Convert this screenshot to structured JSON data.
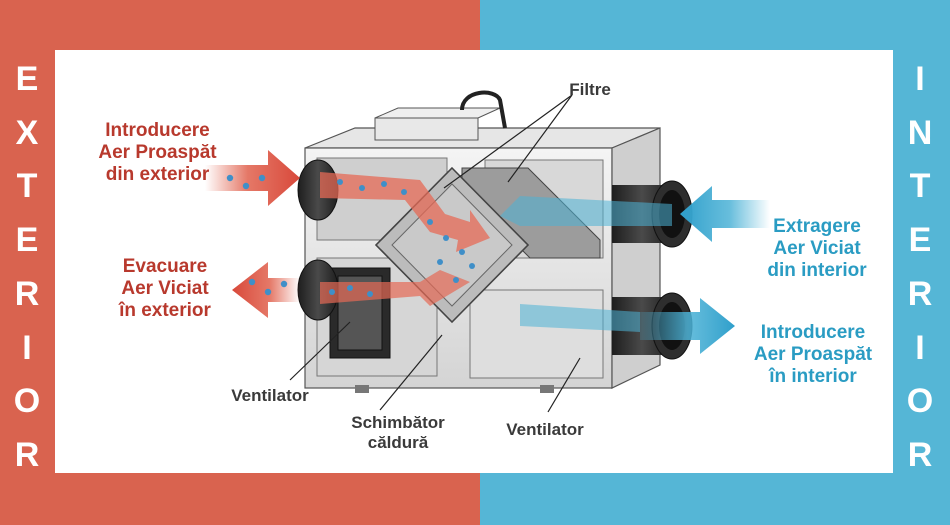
{
  "colors": {
    "exterior_bg": "#d9634f",
    "interior_bg": "#55b6d6",
    "red_text": "#b8392d",
    "blue_text": "#2a9cc3",
    "label_text": "#3a3a3a"
  },
  "exterior_word": [
    "E",
    "X",
    "T",
    "E",
    "R",
    "I",
    "O",
    "R"
  ],
  "interior_word": [
    "I",
    "N",
    "T",
    "E",
    "R",
    "I",
    "O",
    "R"
  ],
  "labels": {
    "intake_outside": [
      "Introducere",
      "Aer Proaspăt",
      "din exterior"
    ],
    "exhaust_outside": [
      "Evacuare",
      "Aer Viciat",
      "în exterior"
    ],
    "extract_inside": [
      "Extragere",
      "Aer Viciat",
      "din interior"
    ],
    "supply_inside": [
      "Introducere",
      "Aer Proaspăt",
      "în interior"
    ],
    "filters": "Filtre",
    "fan_left": "Ventilator",
    "fan_right": "Ventilator",
    "heat_exchanger": [
      "Schimbător",
      "căldură"
    ]
  }
}
